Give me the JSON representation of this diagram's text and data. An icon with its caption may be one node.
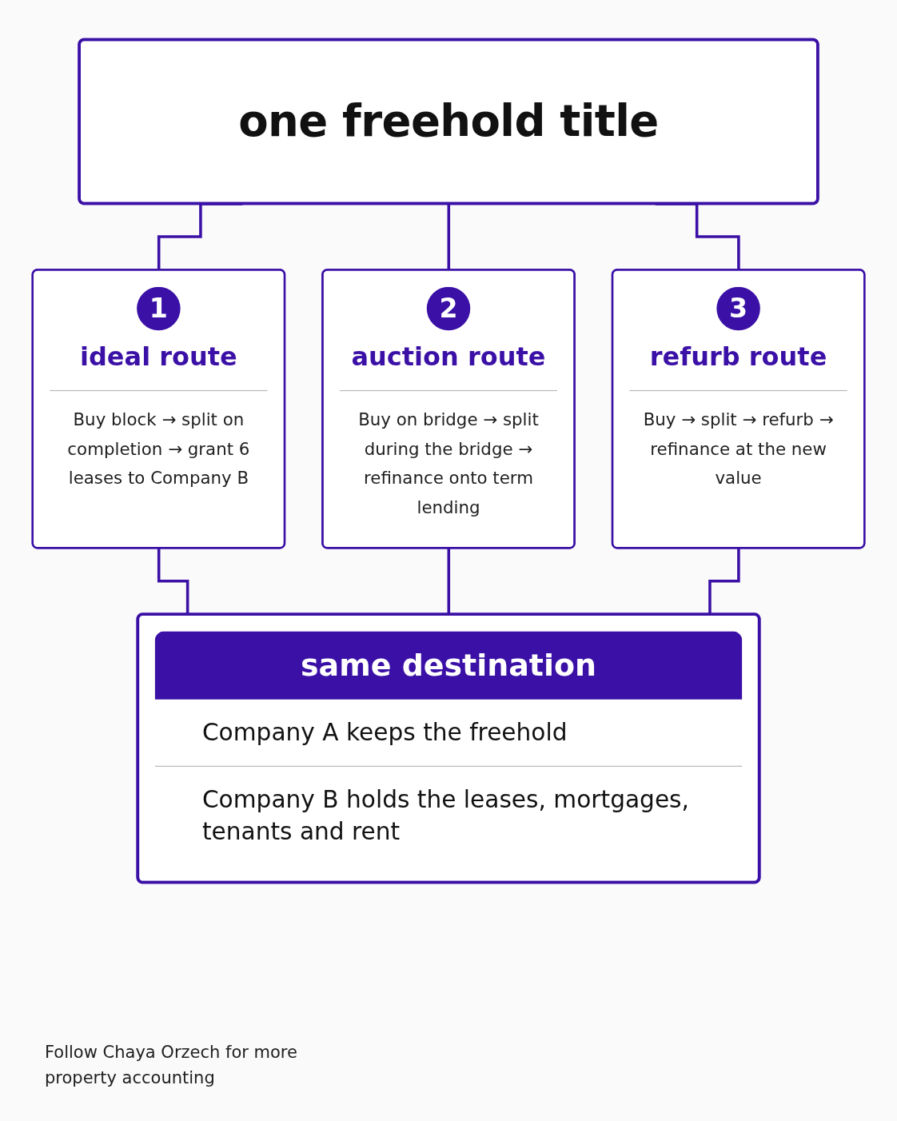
{
  "diagram": {
    "nodes": [
      {
        "text": [
          "one freehold title"
        ]
      },
      {
        "text": [
          "1",
          "ideal route",
          "Buy block → split on completion → grant 6 leases to Company B"
        ]
      },
      {
        "text": [
          "2",
          "auction route",
          "Buy on bridge → split during the bridge → refinance onto term lending"
        ]
      },
      {
        "text": [
          "3",
          "refurb route",
          "Buy → split → refurb → refinance at the new value"
        ]
      },
      {
        "text": [
          "same destination",
          "Company A keeps the freehold",
          "Company B holds the leases, mortgages, tenants and rent"
        ]
      }
    ],
    "edges": [
      {
        "from": 0,
        "to": 1,
        "arrow": "none"
      },
      {
        "from": 0,
        "to": 2,
        "arrow": "none"
      },
      {
        "from": 0,
        "to": 3,
        "arrow": "none"
      },
      {
        "from": 1,
        "to": 4,
        "arrow": "none"
      },
      {
        "from": 2,
        "to": 4,
        "arrow": "none"
      },
      {
        "from": 3,
        "to": 4,
        "arrow": "none"
      }
    ],
    "labels": [
      "Follow Chaya Orzech for more property accounting"
    ]
  }
}
